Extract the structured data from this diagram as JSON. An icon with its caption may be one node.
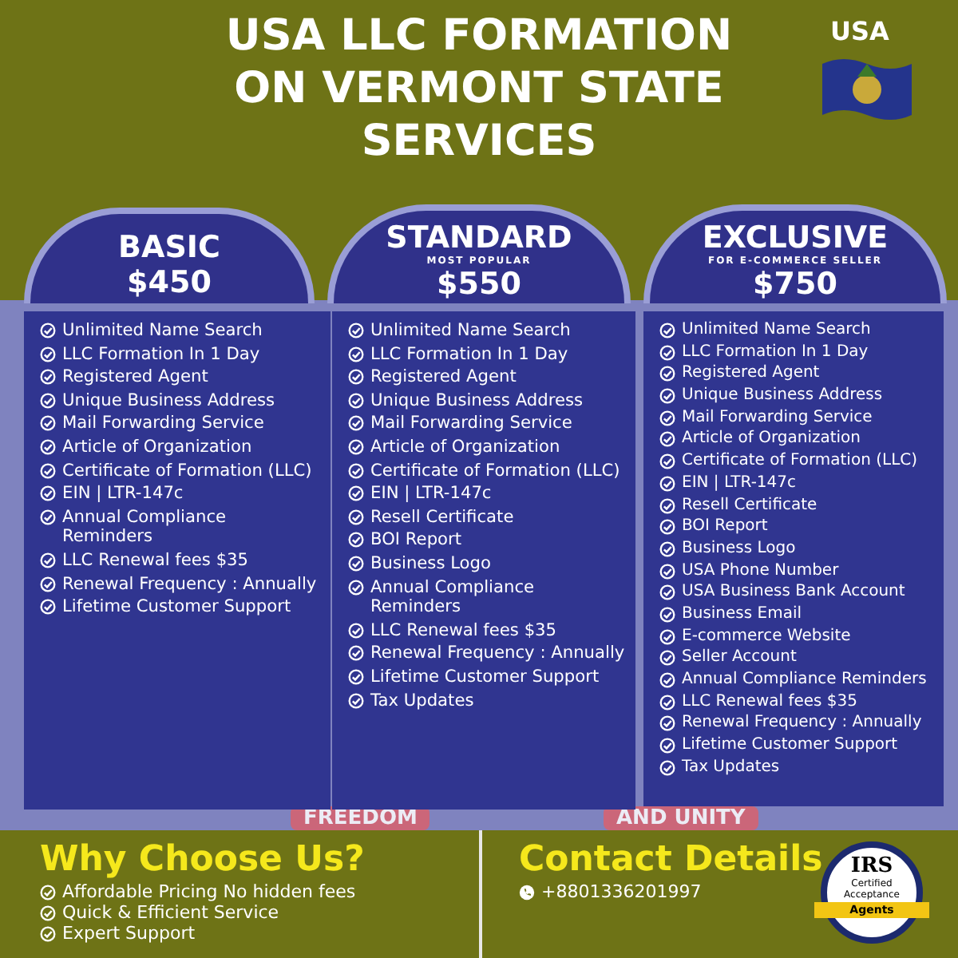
{
  "diagram": {
    "title": "USA LLC FORMATION ON VERMONT STATE SERVICES",
    "nodes": [
      {
        "text": [
          "BASIC",
          "$450"
        ]
      },
      {
        "text": [
          "STANDARD",
          "MOST POPULAR",
          "$550"
        ]
      },
      {
        "text": [
          "EXCLUSIVE",
          "FOR E-COMMERCE SELLER",
          "$750"
        ]
      },
      {
        "text": [
          "Unlimited Name Search",
          "LLC Formation In 1 Day",
          "Registered Agent",
          "Unique Business Address",
          "Mail Forwarding Service",
          "Article of Organization",
          "Certificate of Formation (LLC)",
          "EIN | LTR-147c",
          "Annual Compliance Reminders",
          "LLC Renewal fees $35",
          "Renewal Frequency : Annually",
          "Lifetime Customer Support"
        ]
      },
      {
        "text": [
          "Unlimited Name Search",
          "LLC Formation In 1 Day",
          "Registered Agent",
          "Unique Business Address",
          "Mail Forwarding Service",
          "Article of Organization",
          "Certificate of Formation (LLC)",
          "EIN | LTR-147c",
          "Resell Certificate",
          "BOI Report",
          "Business Logo",
          "Annual Compliance Reminders",
          "LLC Renewal fees $35",
          "Renewal Frequency : Annually",
          "Lifetime Customer Support",
          "Tax Updates"
        ]
      },
      {
        "text": [
          "Unlimited Name Search",
          "LLC Formation In 1 Day",
          "Registered Agent",
          "Unique Business Address",
          "Mail Forwarding Service",
          "Article of Organization",
          "Certificate of Formation (LLC)",
          "EIN | LTR-147c",
          "Resell Certificate",
          "BOI Report",
          "Business Logo",
          "USA Phone Number",
          "USA Business Bank Account",
          "Business Email",
          "E-commerce Website",
          "Seller Account",
          "Annual Compliance Reminders",
          "LLC Renewal fees $35",
          "Renewal Frequency : Annually",
          "Lifetime Customer Support",
          "Tax Updates"
        ]
      },
      {
        "text": [
          "Why Choose Us?",
          "Affordable Pricing No hidden fees",
          "Quick & Efficient Service",
          "Expert Support"
        ]
      },
      {
        "text": [
          "Contact Details",
          "+8801336201997"
        ]
      },
      {
        "text": [
          "IRS",
          "Certified Acceptance",
          "Agents"
        ],
        "in": 7
      }
    ],
    "labels": [
      "USA",
      "FREEDOM",
      "AND UNITY"
    ]
  }
}
